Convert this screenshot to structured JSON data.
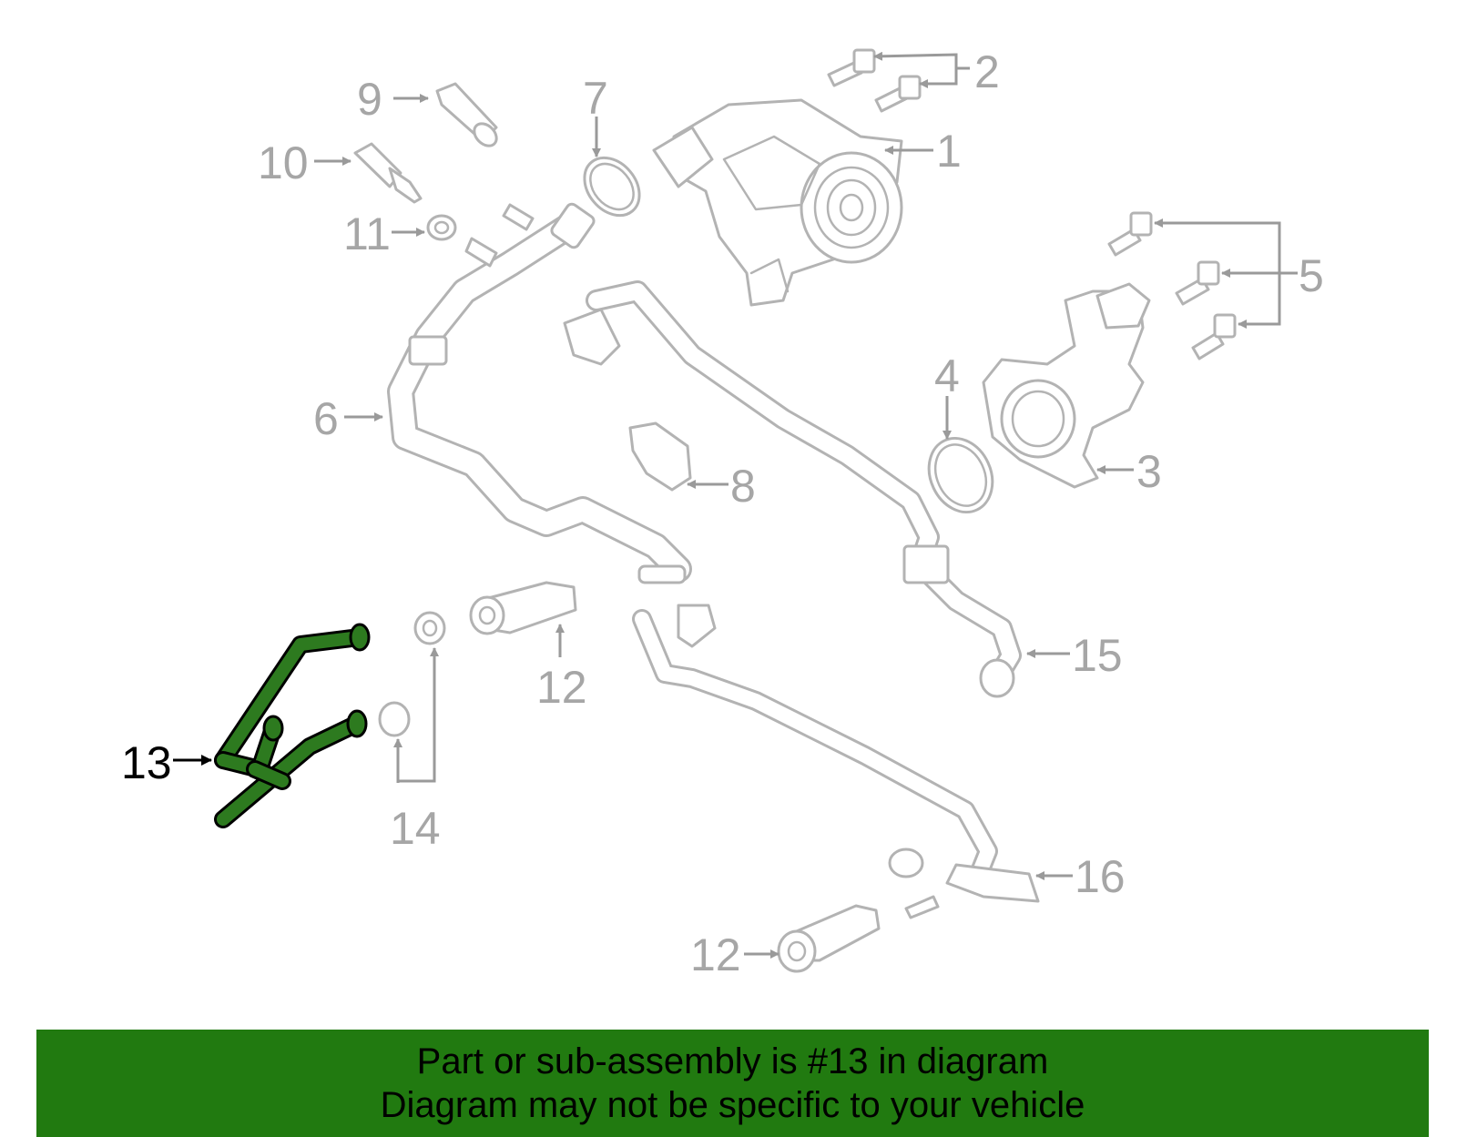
{
  "callouts": {
    "c1": "1",
    "c2": "2",
    "c3": "3",
    "c4": "4",
    "c5": "5",
    "c6": "6",
    "c7": "7",
    "c8": "8",
    "c9": "9",
    "c10": "10",
    "c11": "11",
    "c12a": "12",
    "c12b": "12",
    "c13": "13",
    "c14": "14",
    "c15": "15",
    "c16": "16"
  },
  "highlight": {
    "part_number": "13",
    "color": "#217a10"
  },
  "footer": {
    "line1": "Part or sub-assembly is #13 in diagram",
    "line2": "Diagram may not be specific to your vehicle"
  }
}
